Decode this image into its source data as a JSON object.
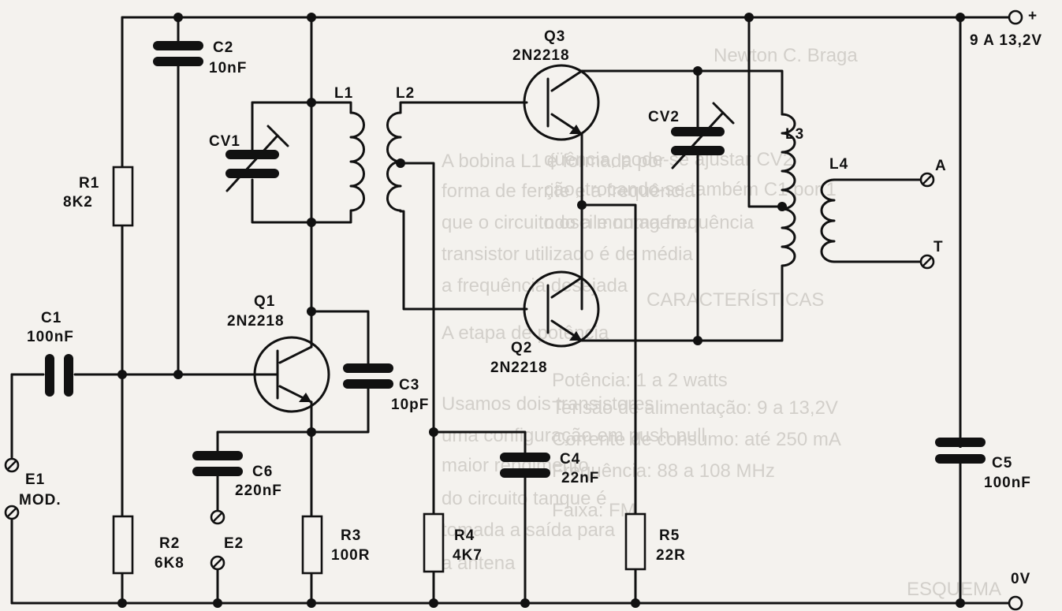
{
  "labels": {
    "c1": [
      "C1",
      "100nF"
    ],
    "c2": [
      "C2",
      "10nF"
    ],
    "c3": [
      "C3",
      "10pF"
    ],
    "c4": [
      "C4",
      "22nF"
    ],
    "c5": [
      "C5",
      "100nF"
    ],
    "c6": [
      "C6",
      "220nF"
    ],
    "cv1": "CV1",
    "cv2": "CV2",
    "r1": [
      "R1",
      "8K2"
    ],
    "r2": [
      "R2",
      "6K8"
    ],
    "r3": [
      "R3",
      "100R"
    ],
    "r4": [
      "R4",
      "4K7"
    ],
    "r5": [
      "R5",
      "22R"
    ],
    "l1": "L1",
    "l2": "L2",
    "l3": "L3",
    "l4": "L4",
    "q1": [
      "Q1",
      "2N2218"
    ],
    "q2": [
      "Q2",
      "2N2218"
    ],
    "q3": [
      "Q3",
      "2N2218"
    ],
    "e1": [
      "E1",
      "MOD."
    ],
    "e2": "E2",
    "ant_a": "A",
    "ant_t": "T",
    "supply": "9 A 13,2V",
    "plus": "+",
    "ground": "0V"
  },
  "bleed_text": {
    "author": "Newton C. Braga",
    "lines": [
      "qüência, pode-se ajustar CV2",
      "ção, trocando-se também C1 por 1",
      "ndo a montagem.",
      "CARACTERÍSTICAS",
      "Potência: 1 a 2 watts",
      "Tensão de alimentação: 9 a 13,2V",
      "Corrente de consumo: até 250 mA",
      "Frequência: 88 a 108 MHz",
      "Faixa: FM",
      "ESQUEMA"
    ],
    "right_lines": [
      "A bobina L1 é formada por",
      "forma de ferrite e a frequência",
      "que o circuito oscile numa frequência",
      "transistor utilizado é de média",
      "a frequência desejada",
      "A etapa de potência",
      "Usamos dois transistores",
      "uma configuração em push-pull",
      "maior rendimento",
      "do circuito tanque é",
      "tomada a saída para",
      "a antena"
    ]
  }
}
